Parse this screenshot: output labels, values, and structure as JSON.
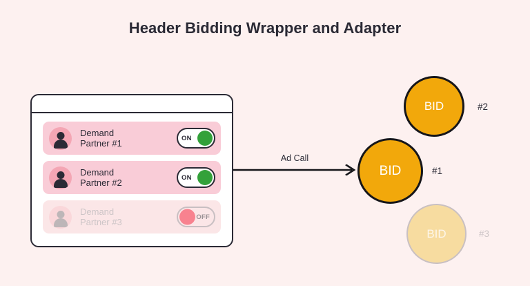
{
  "page": {
    "title": "Header Bidding Wrapper and Adapter",
    "background_color": "#fdf1f0"
  },
  "colors": {
    "ink": "#2b2a35",
    "row_pink": "#f9ccd7",
    "row_pink_muted": "#fbe6e7",
    "avatar_pink": "#f4a6b4",
    "toggle_on_green": "#33a13a",
    "toggle_off_red": "#f8828f",
    "bid_orange": "#f2a80b",
    "bid_faded": "#f7dca0",
    "muted_text": "#cdc5c7"
  },
  "wrapper_window": {
    "name": "Header bidding wrapper window",
    "partners": [
      {
        "label": "Demand\nPartner #1",
        "avatar_icon": "user-avatar-icon",
        "toggle": {
          "state": "on",
          "text": "ON"
        },
        "enabled": true
      },
      {
        "label": "Demand\nPartner #2",
        "avatar_icon": "user-avatar-icon",
        "toggle": {
          "state": "on",
          "text": "ON"
        },
        "enabled": true
      },
      {
        "label": "Demand\nPartner #3",
        "avatar_icon": "user-avatar-icon",
        "toggle": {
          "state": "off",
          "text": "OFF"
        },
        "enabled": false
      }
    ]
  },
  "flow": {
    "arrow_label": "Ad Call",
    "arrow_icon": "arrow-right-icon"
  },
  "bids": [
    {
      "text": "BID",
      "tag": "#1",
      "state": "active",
      "size": 95
    },
    {
      "text": "BID",
      "tag": "#2",
      "state": "active",
      "size": 88
    },
    {
      "text": "BID",
      "tag": "#3",
      "state": "faded",
      "size": 87
    }
  ]
}
